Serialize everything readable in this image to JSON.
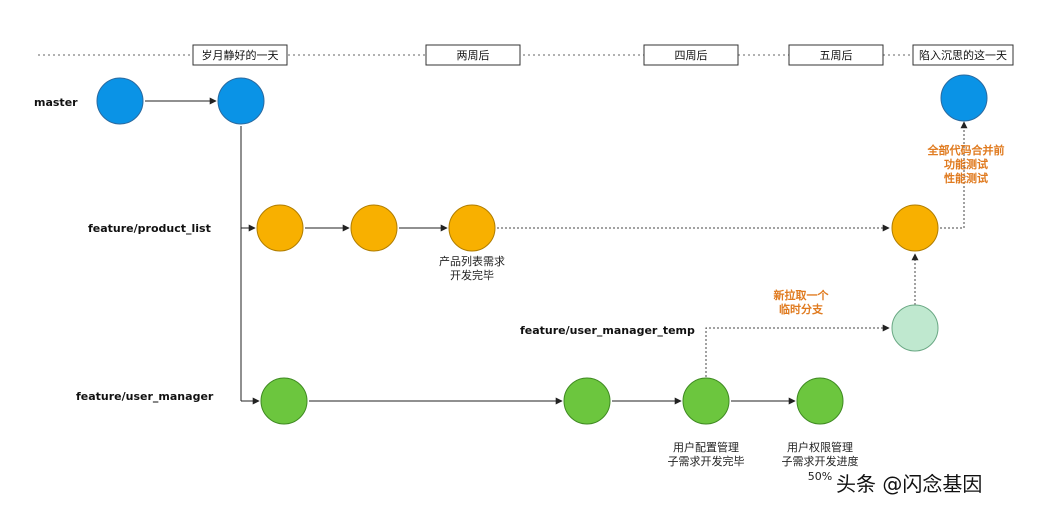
{
  "timeline": {
    "labels": [
      "岁月静好的一天",
      "两周后",
      "四周后",
      "五周后",
      "陷入沉思的这一天"
    ]
  },
  "branches": {
    "master": "master",
    "product_list": "feature/product_list",
    "user_manager_temp": "feature/user_manager_temp",
    "user_manager": "feature/user_manager"
  },
  "notes": {
    "product_done": [
      "产品列表需求",
      "开发完毕"
    ],
    "config_done": [
      "用户配置管理",
      "子需求开发完毕"
    ],
    "permission_progress": [
      "用户权限管理",
      "子需求开发进度",
      "50%"
    ],
    "temp_branch": [
      "新拉取一个",
      "临时分支"
    ],
    "merge_test": [
      "全部代码合并前",
      "功能测试",
      "性能测试"
    ]
  },
  "watermark": "头条 @闪念基因",
  "colors": {
    "master": "#0a93e6",
    "product": "#f8b000",
    "user_manager": "#6cc63e",
    "temp": "#bfe8cf",
    "orange_text": "#e07b20"
  }
}
